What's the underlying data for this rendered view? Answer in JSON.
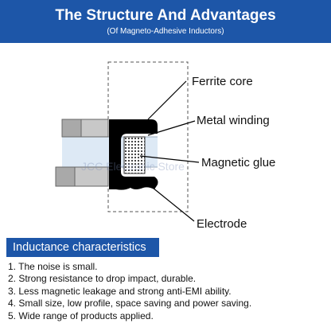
{
  "header": {
    "title": "The Structure And Advantages",
    "subtitle": "(Of Magneto-Adhesive Inductors)"
  },
  "diagram": {
    "labels": {
      "ferrite_core": "Ferrite core",
      "metal_winding": "Metal winding",
      "magnetic_glue": "Magnetic glue",
      "electrode": "Electrode"
    },
    "watermark": "JCC Electronic Store"
  },
  "section": {
    "title": "Inductance characteristics"
  },
  "characteristics": [
    "1. The noise is small.",
    "2. Strong resistance to drop impact, durable.",
    "3. Less magnetic leakage and strong anti-EMI ability.",
    "4. Small size, low profile, space saving and power saving.",
    "5. Wide range of products applied."
  ],
  "colors": {
    "header_bg": "#1d56a8",
    "text": "#111111",
    "core": "#000000",
    "electrode_gray": "#a9a9a9",
    "glue_blue": "#dde9f5"
  }
}
